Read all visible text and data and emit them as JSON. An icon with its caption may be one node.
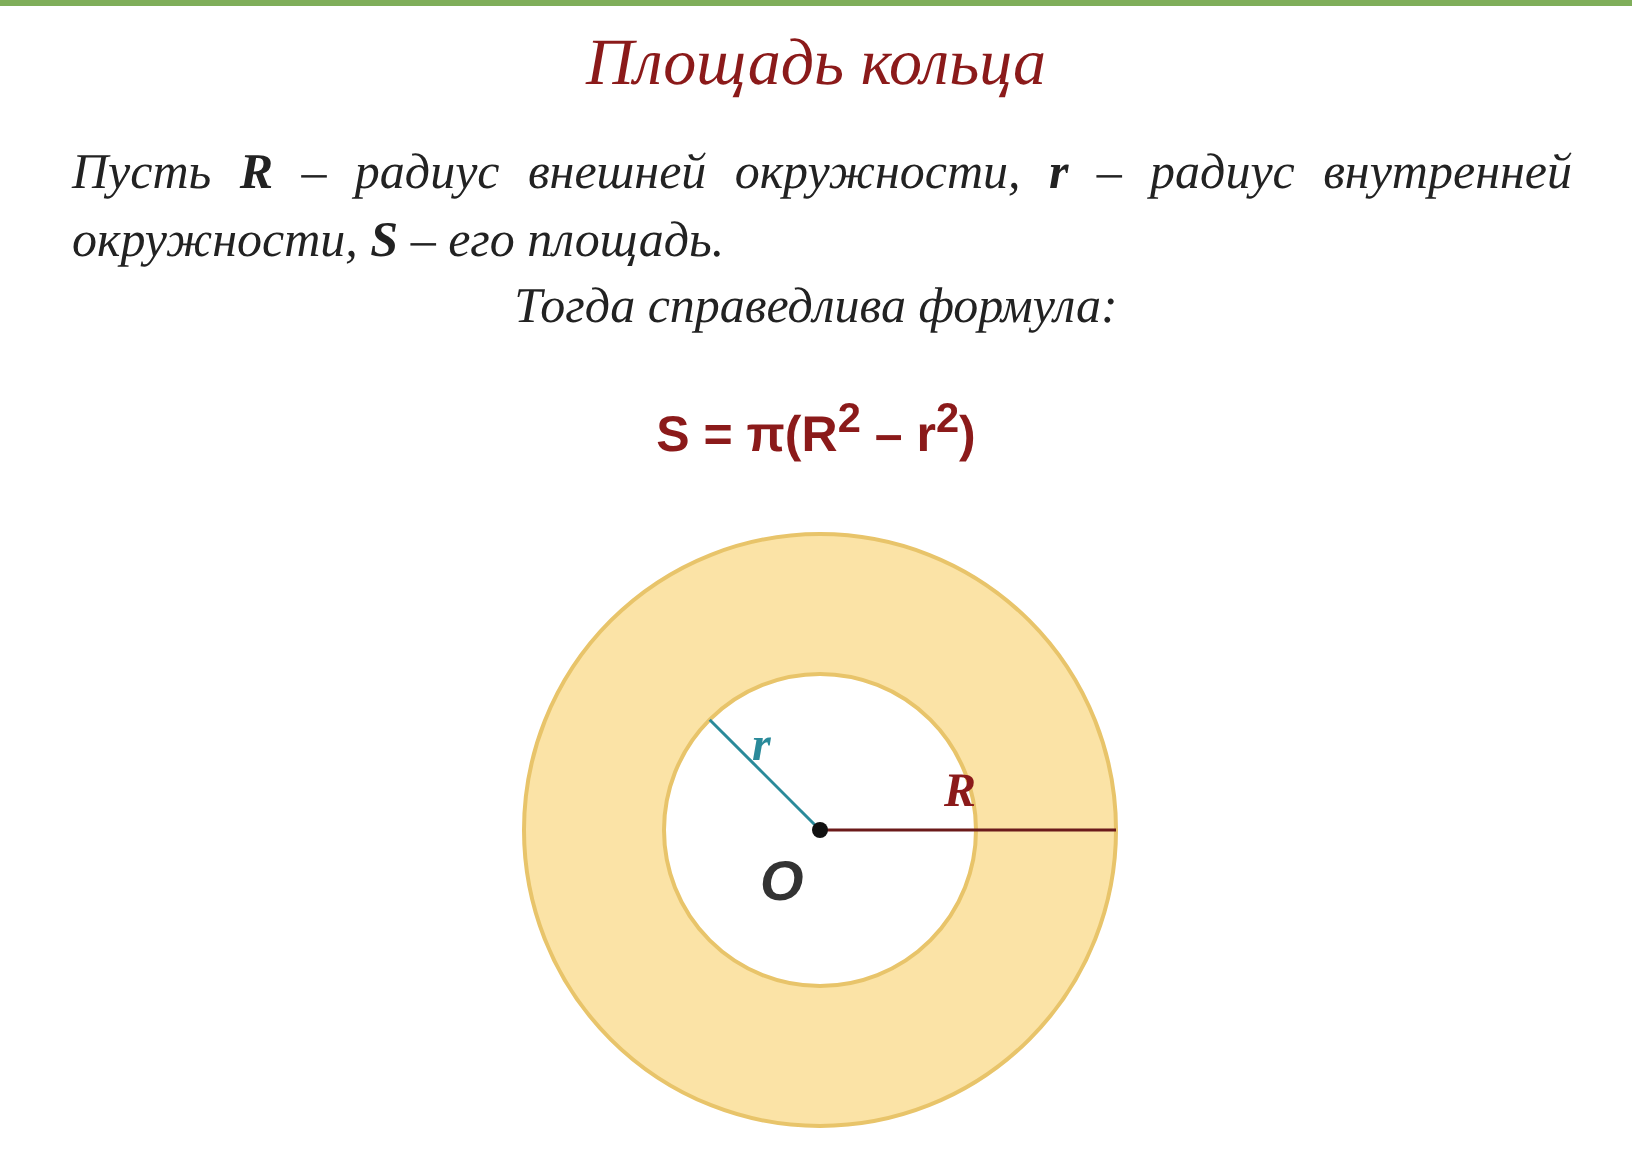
{
  "diagram": {
    "title": "Площадь кольца",
    "labels": [
      "Пусть **R** – радиус внешней окружности, **r** – радиус внутренней окружности, **S** – его площадь.",
      "Тогда справедлива формула:",
      "S = π(R$^{2}$ – r$^{2}$)",
      "r",
      "R",
      "O"
    ]
  }
}
